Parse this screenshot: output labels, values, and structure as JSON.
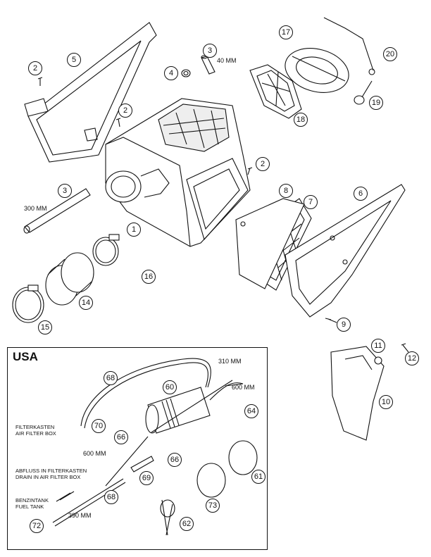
{
  "labels": {
    "p1": "1",
    "p2a": "2",
    "p2b": "2",
    "p2c": "2",
    "p3a": "3",
    "p3b": "3",
    "p4": "4",
    "p5": "5",
    "p6": "6",
    "p7": "7",
    "p8": "8",
    "p9": "9",
    "p10": "10",
    "p11": "11",
    "p12": "12",
    "p14": "14",
    "p15": "15",
    "p16": "16",
    "p17": "17",
    "p18": "18",
    "p19": "19",
    "p20": "20",
    "p60": "60",
    "p61": "61",
    "p62": "62",
    "p64": "64",
    "p66a": "66",
    "p66b": "66",
    "p68a": "68",
    "p68b": "68",
    "p69": "69",
    "p70": "70",
    "p72": "72",
    "p73": "73"
  },
  "measurements": {
    "m40": "40 MM",
    "m300": "300 MM",
    "m310": "310 MM",
    "m600a": "600 MM",
    "m600b": "600 MM",
    "m390": "390 MM"
  },
  "usa": {
    "title": "USA",
    "note_filter": "FILTERKASTEN\nAIR FILTER BOX",
    "note_drain": "ABFLUSS IN FILTERKASTEN\nDRAIN IN AIR FILTER BOX",
    "note_tank": "BENZINTANK\nFUEL TANK"
  }
}
